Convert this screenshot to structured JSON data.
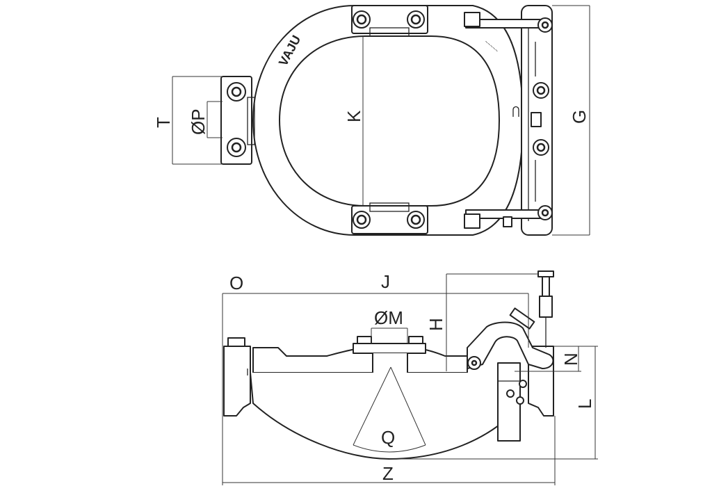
{
  "diagram": {
    "labels": {
      "T": "T",
      "P": "ØP",
      "K": "K",
      "G": "G",
      "O": "O",
      "J": "J",
      "M": "ØM",
      "H": "H",
      "N": "N",
      "L": "L",
      "Q": "Q",
      "Z": "Z"
    },
    "logo": "VAJU"
  }
}
